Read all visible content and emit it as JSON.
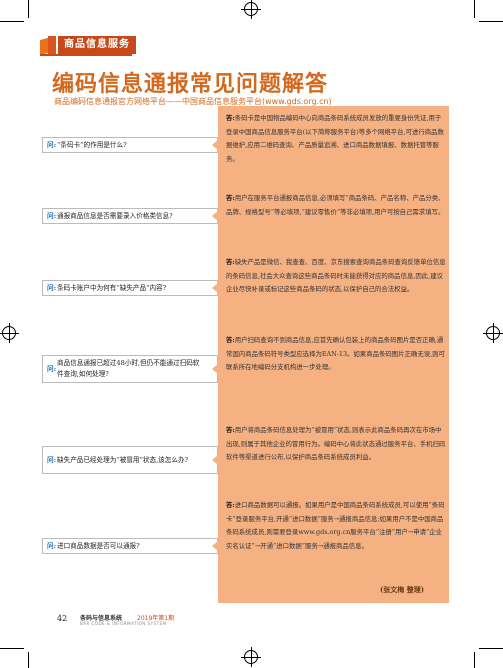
{
  "header": {
    "tab_label": "商品信息服务",
    "title": "编码信息通报常见问题解答",
    "subtitle": "商品编码信息通报官方网络平台——中国商品信息服务平台(www.gds.org.cn)"
  },
  "qa": [
    {
      "q_prefix": "问:",
      "question": "“条码卡”的作用是什么?",
      "a_prefix": "答:",
      "answer": "条码卡是中国物品编码中心向商品条码系统成员发放的重要身份凭证,用于登录中国商品信息服务平台(以下简称服务平台)等多个网络平台,可进行商品数据维护,应用二维码查询、产品质量追溯、进口商品数据填报、数据托管等服务。"
    },
    {
      "q_prefix": "问:",
      "question": "通报商品信息是否需要录入价格类信息?",
      "a_prefix": "答:",
      "answer": "用户在服务平台通报商品信息,必须填写“商品条码、产品名称、产品分类、品牌、规格型号”等必填项,“建议零售价”等非必填项,用户可按自己需求填写。"
    },
    {
      "q_prefix": "问:",
      "question": "条码卡账户中为何有“缺失产品”内容?",
      "a_prefix": "答:",
      "answer": "缺失产品是微信、我查查、百度、京东搜索查询商品条码查询反馈单位信息的条码信息,社会大众查询这些商品条码时未能获得对应的商品信息,因此,建议企业尽快补录或标记这些商品条码的状态,以保护自己的合法权益。"
    },
    {
      "q_prefix": "问:",
      "question": "商品信息通报已超过48小时,但仍不能通过扫码软件查询,如何处理?",
      "a_prefix": "答:",
      "answer": "用户扫码查询不到商品信息,应首先确认包装上的商品条码图片是否正确,通常国内商品条码符号类型应选择为EAN-13。如果商品条码图片正确无误,则可联系所在地编码分支机构进一步处理。"
    },
    {
      "q_prefix": "问:",
      "question": "缺失产品已经处理为“被冒用”状态,该怎么办?",
      "a_prefix": "答:",
      "answer": "用户将商品条码信息处理为“被冒用”状态,则表示此商品条码再次在市场中出现,则属于其他企业的冒用行为。编码中心将此状态通过服务平台、手机扫码软件等渠道进行公布,以保护商品条码系统成员利益。"
    },
    {
      "q_prefix": "问:",
      "question": "进口商品数据是否可以通报?",
      "a_prefix": "答:",
      "answer": "进口商品数据可以通报。如果用户是中国商品条码系统成员,可以使用“条码卡”登录服务平台,开通“进口数据”服务→通报商品信息;如果用户不是中国商品条码系统成员,则需要登录www.gds.org.cn服务平台“注册”用户→申请“企业实名认证”→开通“进口数据”服务→通报商品信息。"
    }
  ],
  "author": "(张文梅 整理)",
  "footer": {
    "page_number": "42",
    "brand": "条码与信息系统",
    "issue": "2019年第1期",
    "brand_en": "BAR CODE & INFORMATION SYSTEM"
  },
  "colors": {
    "accent": "#d2691e",
    "answer_bg": "#f6b183",
    "question_tag": "#1f6fb5"
  }
}
